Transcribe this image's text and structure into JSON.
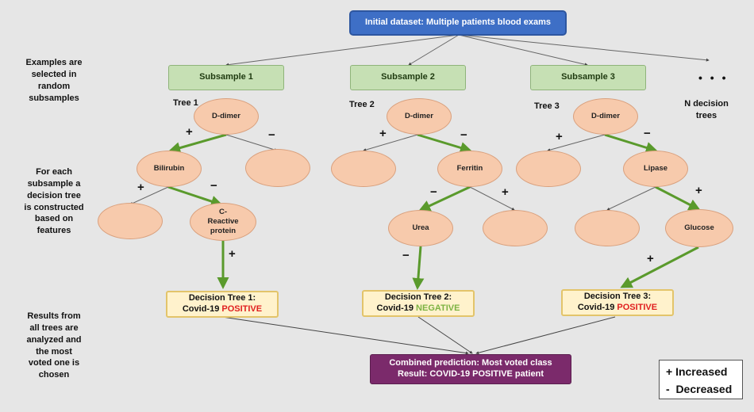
{
  "root": "Initial dataset: Multiple patients blood exams",
  "side_labels": {
    "samples": [
      "Examples are",
      "selected in",
      "random",
      "subsamples"
    ],
    "construct": [
      "For each",
      "subsample a",
      "decision tree",
      "is constructed",
      "based on",
      "features"
    ],
    "results": [
      "Results from",
      "all trees are",
      "analyzed and",
      "the most",
      "voted one is",
      "chosen"
    ]
  },
  "subsamples": [
    "Subsample 1",
    "Subsample 2",
    "Subsample 3"
  ],
  "ellipsis": "• • •",
  "n_trees": [
    "N decision",
    "trees"
  ],
  "tree_labels": [
    "Tree 1",
    "Tree 2",
    "Tree 3"
  ],
  "nodes": {
    "t1_root": "D-dimer",
    "t1_left": "Bilirubin",
    "t1_right": "",
    "t1_ll": "",
    "t1_lr": [
      "C-",
      "Reactive",
      "protein"
    ],
    "t2_root": "D-dimer",
    "t2_left": "",
    "t2_right": "Ferritin",
    "t2_rl": "Urea",
    "t2_rr": "",
    "t3_root": "D-dimer",
    "t3_left": "",
    "t3_right": "Lipase",
    "t3_rl": "",
    "t3_rr": "Glucose"
  },
  "signs": {
    "plus": "+",
    "minus": "−"
  },
  "results": [
    {
      "line1": "Decision Tree 1:",
      "prefix": "Covid-19 ",
      "status": "POSITIVE",
      "status_color": "#e02020"
    },
    {
      "line1": "Decision Tree 2:",
      "prefix": "Covid-19 ",
      "status": "NEGATIVE",
      "status_color": "#7cb342"
    },
    {
      "line1": "Decision Tree 3:",
      "prefix": "Covid-19 ",
      "status": "POSITIVE",
      "status_color": "#e02020"
    }
  ],
  "combined": [
    "Combined prediction: Most voted class",
    "Result: COVID-19 POSITIVE patient"
  ],
  "legend": {
    "increased": "+ Increased",
    "decreased": "-  Decreased"
  },
  "colors": {
    "highlight_edge": "#5a9a2c",
    "thin_edge": "#666666",
    "root_fill": "#3e6fc6",
    "combined_fill": "#7b2a6b"
  }
}
